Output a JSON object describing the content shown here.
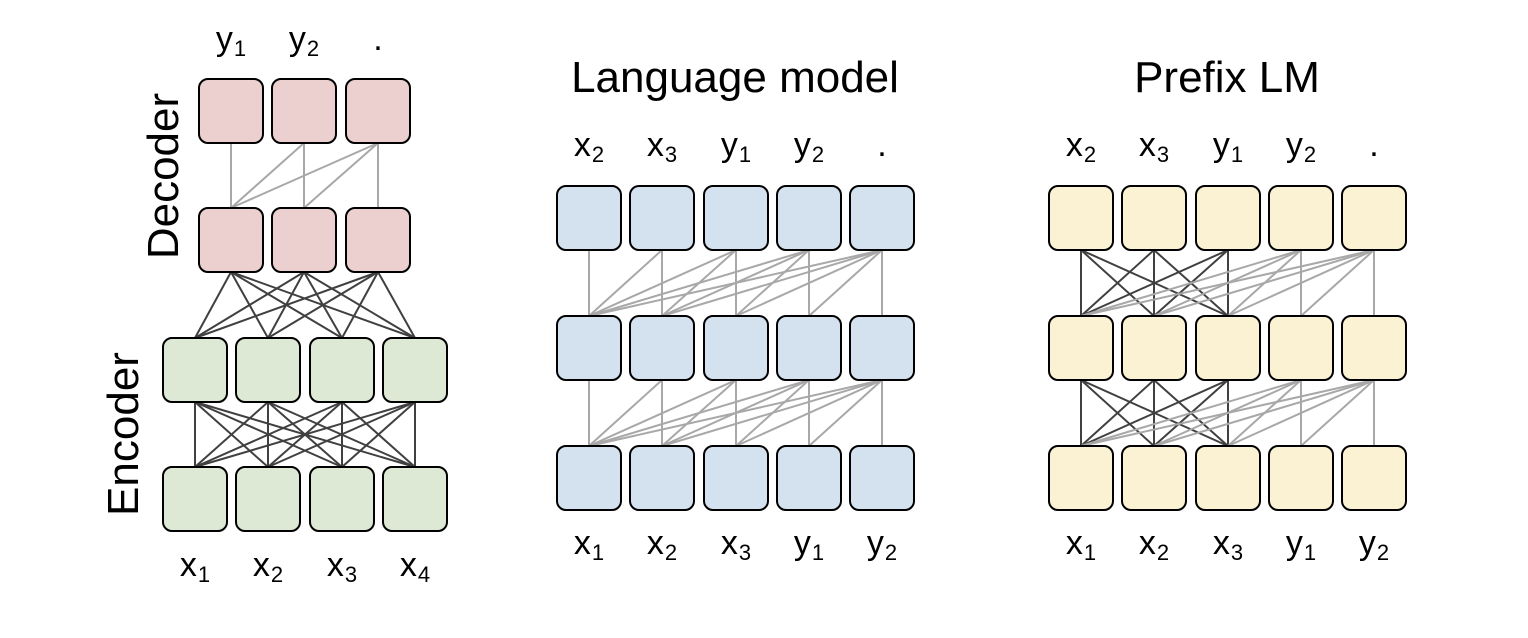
{
  "colors": {
    "decoder": "#ecd0d0",
    "encoder": "#dde8d5",
    "language_model": "#d4e2f0",
    "prefix_lm": "#fbf2d3",
    "box_stroke": "#000000",
    "line_dark": "#404040",
    "line_light": "#a8a8a8"
  },
  "encoder_decoder": {
    "decoder_label": "Decoder",
    "encoder_label": "Encoder",
    "top_labels": [
      {
        "base": "y",
        "sub": "1"
      },
      {
        "base": "y",
        "sub": "2"
      },
      {
        "base": ".",
        "sub": ""
      }
    ],
    "bottom_labels": [
      {
        "base": "x",
        "sub": "1"
      },
      {
        "base": "x",
        "sub": "2"
      },
      {
        "base": "x",
        "sub": "3"
      },
      {
        "base": "x",
        "sub": "4"
      }
    ]
  },
  "language_model": {
    "title": "Language model",
    "top_labels": [
      {
        "base": "x",
        "sub": "2"
      },
      {
        "base": "x",
        "sub": "3"
      },
      {
        "base": "y",
        "sub": "1"
      },
      {
        "base": "y",
        "sub": "2"
      },
      {
        "base": ".",
        "sub": ""
      }
    ],
    "bottom_labels": [
      {
        "base": "x",
        "sub": "1"
      },
      {
        "base": "x",
        "sub": "2"
      },
      {
        "base": "x",
        "sub": "3"
      },
      {
        "base": "y",
        "sub": "1"
      },
      {
        "base": "y",
        "sub": "2"
      }
    ]
  },
  "prefix_lm": {
    "title": "Prefix LM",
    "top_labels": [
      {
        "base": "x",
        "sub": "2"
      },
      {
        "base": "x",
        "sub": "3"
      },
      {
        "base": "y",
        "sub": "1"
      },
      {
        "base": "y",
        "sub": "2"
      },
      {
        "base": ".",
        "sub": ""
      }
    ],
    "bottom_labels": [
      {
        "base": "x",
        "sub": "1"
      },
      {
        "base": "x",
        "sub": "2"
      },
      {
        "base": "x",
        "sub": "3"
      },
      {
        "base": "y",
        "sub": "1"
      },
      {
        "base": "y",
        "sub": "2"
      }
    ],
    "prefix_length": 3
  }
}
